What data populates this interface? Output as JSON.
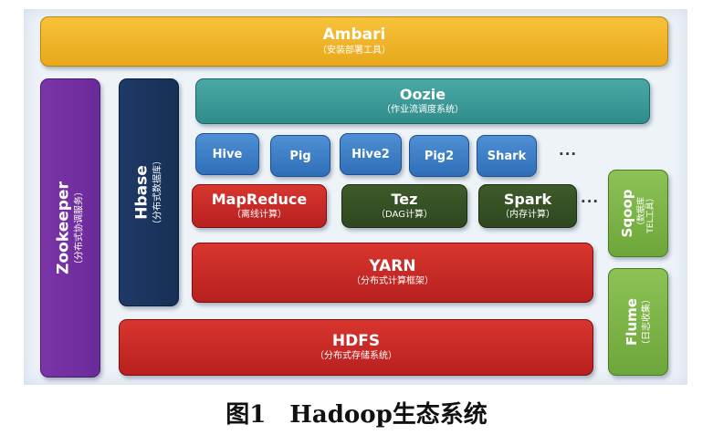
{
  "blocks": {
    "ambari": {
      "title": "Ambari",
      "sub": "（安装部署工具）"
    },
    "zookeeper": {
      "title": "Zookeeper",
      "sub": "（分布式协调服务）"
    },
    "hbase": {
      "title": "Hbase",
      "sub": "（分布式数据库）"
    },
    "oozie": {
      "title": "Oozie",
      "sub": "（作业流调度系统）"
    },
    "hive": {
      "title": "Hive"
    },
    "pig": {
      "title": "Pig"
    },
    "hive2": {
      "title": "Hive2"
    },
    "pig2": {
      "title": "Pig2"
    },
    "shark": {
      "title": "Shark"
    },
    "mapreduce": {
      "title": "MapReduce",
      "sub": "（离线计算）"
    },
    "tez": {
      "title": "Tez",
      "sub": "（DAG计算）"
    },
    "spark": {
      "title": "Spark",
      "sub": "（内存计算）"
    },
    "yarn": {
      "title": "YARN",
      "sub": "（分布式计算框架）"
    },
    "hdfs": {
      "title": "HDFS",
      "sub": "（分布式存储系统）"
    },
    "sqoop": {
      "title": "Sqoop",
      "sub1": "（数据库",
      "sub2": "TEL工具）"
    },
    "flume": {
      "title": "Flume",
      "sub": "（日志收集）"
    }
  },
  "ellipsis_top": "···",
  "ellipsis_mid": "···",
  "caption": "图1　Hadoop生态系统",
  "colors": {
    "ambari": "#f0b52a",
    "zookeeper": "#6f2d9e",
    "hbase": "#1a355e",
    "oozie": "#3a9a97",
    "tools": "#3b7cc6",
    "compute_red": "#c62a24",
    "tez_green": "#334d24",
    "side_green": "#7db447"
  }
}
